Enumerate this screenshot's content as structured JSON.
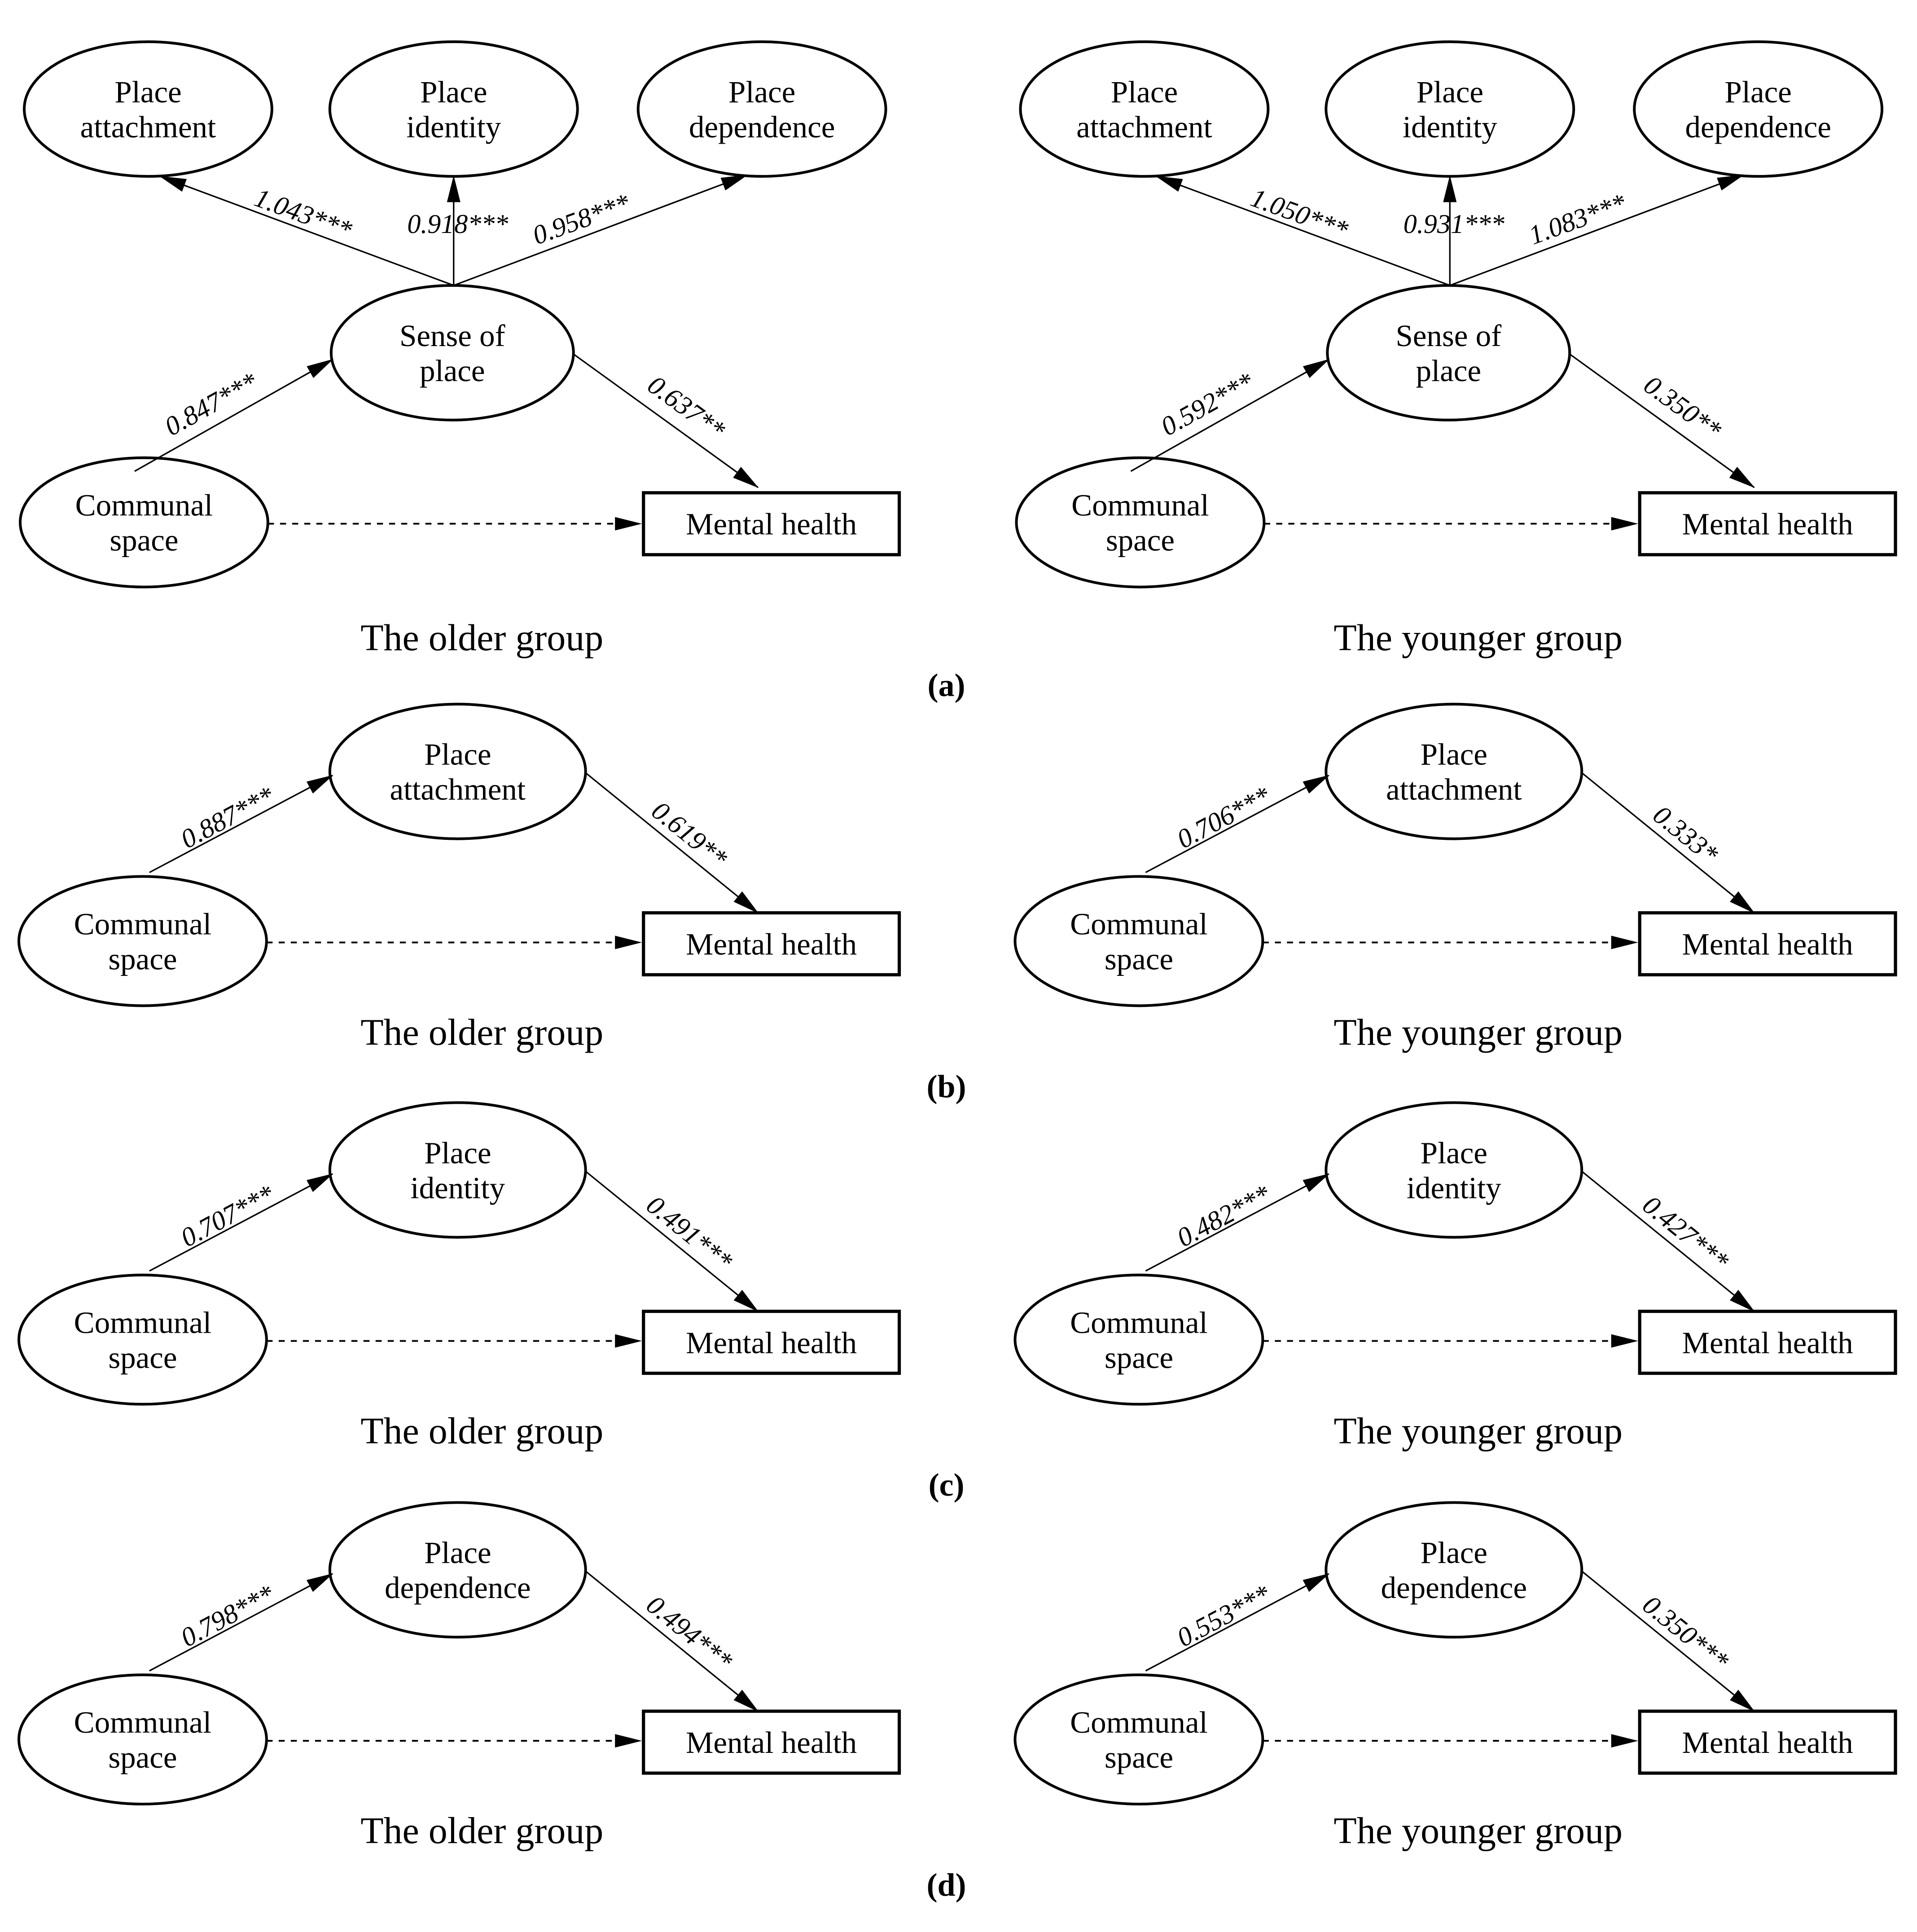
{
  "figure": {
    "background": "#ffffff",
    "ink": "#000000",
    "panels": [
      {
        "label": "(a)",
        "type": "sense-of-place-full-model",
        "diagrams": [
          {
            "caption": "The older group",
            "indicators": [
              [
                "Place",
                "attachment"
              ],
              [
                "Place",
                "identity"
              ],
              [
                "Place",
                "dependence"
              ]
            ],
            "loadings": [
              "1.043***",
              "0.918***",
              "0.958***"
            ],
            "mediator": [
              "Sense of",
              "place"
            ],
            "predictor": [
              "Communal",
              "space"
            ],
            "outcome": "Mental health",
            "path_a": "0.847***",
            "path_b": "0.637**"
          },
          {
            "caption": "The younger group",
            "indicators": [
              [
                "Place",
                "attachment"
              ],
              [
                "Place",
                "identity"
              ],
              [
                "Place",
                "dependence"
              ]
            ],
            "loadings": [
              "1.050***",
              "0.931***",
              "1.083***"
            ],
            "mediator": [
              "Sense of",
              "place"
            ],
            "predictor": [
              "Communal",
              "space"
            ],
            "outcome": "Mental health",
            "path_a": "0.592***",
            "path_b": "0.350**"
          }
        ]
      },
      {
        "label": "(b)",
        "type": "place-attachment-mediation",
        "diagrams": [
          {
            "caption": "The older group",
            "predictor": [
              "Communal",
              "space"
            ],
            "mediator": [
              "Place",
              "attachment"
            ],
            "outcome": "Mental health",
            "path_a": "0.887***",
            "path_b": "0.619**"
          },
          {
            "caption": "The younger group",
            "predictor": [
              "Communal",
              "space"
            ],
            "mediator": [
              "Place",
              "attachment"
            ],
            "outcome": "Mental health",
            "path_a": "0.706***",
            "path_b": "0.333*"
          }
        ]
      },
      {
        "label": "(c)",
        "type": "place-identity-mediation",
        "diagrams": [
          {
            "caption": "The older group",
            "predictor": [
              "Communal",
              "space"
            ],
            "mediator": [
              "Place",
              "identity"
            ],
            "outcome": "Mental health",
            "path_a": "0.707***",
            "path_b": "0.491***"
          },
          {
            "caption": "The younger group",
            "predictor": [
              "Communal",
              "space"
            ],
            "mediator": [
              "Place",
              "identity"
            ],
            "outcome": "Mental health",
            "path_a": "0.482***",
            "path_b": "0.427***"
          }
        ]
      },
      {
        "label": "(d)",
        "type": "place-dependence-mediation",
        "diagrams": [
          {
            "caption": "The older group",
            "predictor": [
              "Communal",
              "space"
            ],
            "mediator": [
              "Place",
              "dependence"
            ],
            "outcome": "Mental health",
            "path_a": "0.798***",
            "path_b": "0.494***"
          },
          {
            "caption": "The younger group",
            "predictor": [
              "Communal",
              "space"
            ],
            "mediator": [
              "Place",
              "dependence"
            ],
            "outcome": "Mental health",
            "path_a": "0.553***",
            "path_b": "0.350***"
          }
        ]
      }
    ]
  }
}
